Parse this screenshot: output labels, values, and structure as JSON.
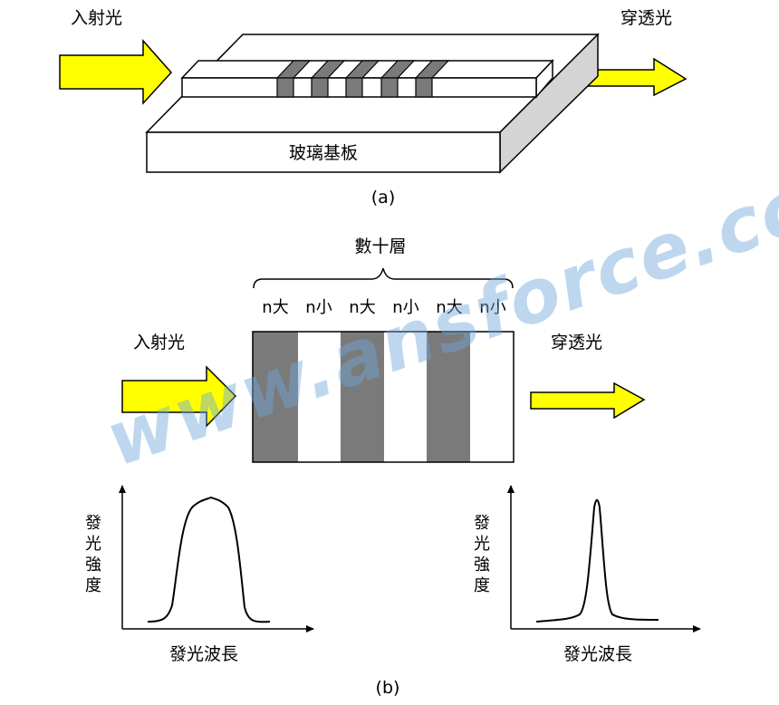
{
  "part_a": {
    "incident_label": "入射光",
    "transmitted_label": "穿透光",
    "substrate_label": "玻璃基板",
    "caption": "(a)"
  },
  "part_b": {
    "layers_label": "數十層",
    "layer_labels": [
      "n大",
      "n小",
      "n大",
      "n小",
      "n大",
      "n小"
    ],
    "incident_label": "入射光",
    "transmitted_label": "穿透光",
    "left_graph": {
      "ylabel_chars": [
        "發",
        "光",
        "強",
        "度"
      ],
      "xlabel": "發光波長"
    },
    "right_graph": {
      "ylabel_chars": [
        "發",
        "光",
        "強",
        "度"
      ],
      "xlabel": "發光波長"
    },
    "caption": "(b)"
  },
  "watermark": "www.ansforce.com",
  "colors": {
    "arrow_fill": "#ffff00",
    "dark_layer": "#7a7a7a",
    "side_face": "#d4d4d4",
    "watermark": "#6fa7d9"
  }
}
